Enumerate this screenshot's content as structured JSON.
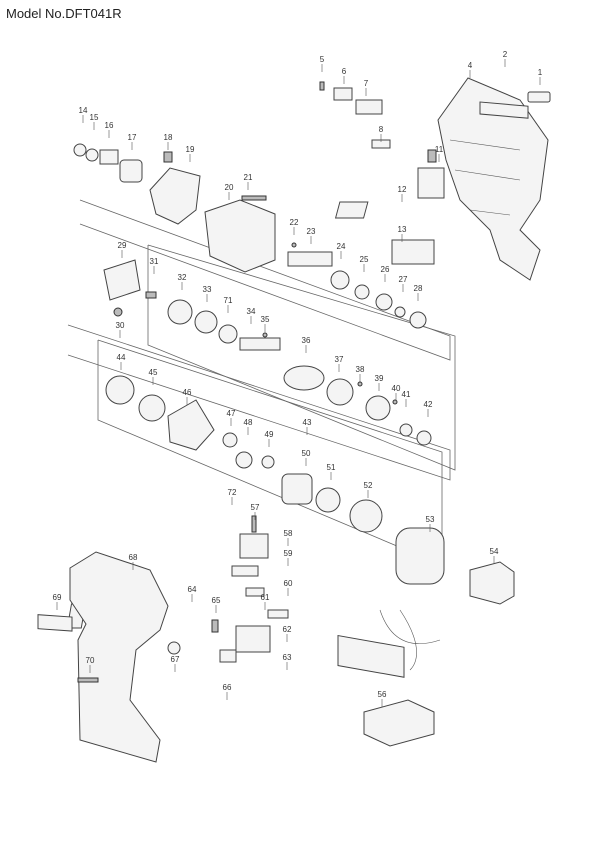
{
  "title": "Model No.DFT041R",
  "labels": [
    "1",
    "2",
    "4",
    "5",
    "6",
    "7",
    "8",
    "11",
    "12",
    "13",
    "14",
    "15",
    "16",
    "17",
    "18",
    "19",
    "20",
    "21",
    "22",
    "23",
    "24",
    "25",
    "26",
    "27",
    "28",
    "29",
    "30",
    "31",
    "32",
    "33",
    "34",
    "35",
    "36",
    "37",
    "38",
    "39",
    "40",
    "41",
    "42",
    "43",
    "44",
    "45",
    "46",
    "47",
    "48",
    "49",
    "50",
    "51",
    "52",
    "53",
    "54",
    "56",
    "57",
    "58",
    "59",
    "60",
    "61",
    "62",
    "63",
    "64",
    "65",
    "66",
    "67",
    "68",
    "69",
    "70",
    "71",
    "72"
  ]
}
